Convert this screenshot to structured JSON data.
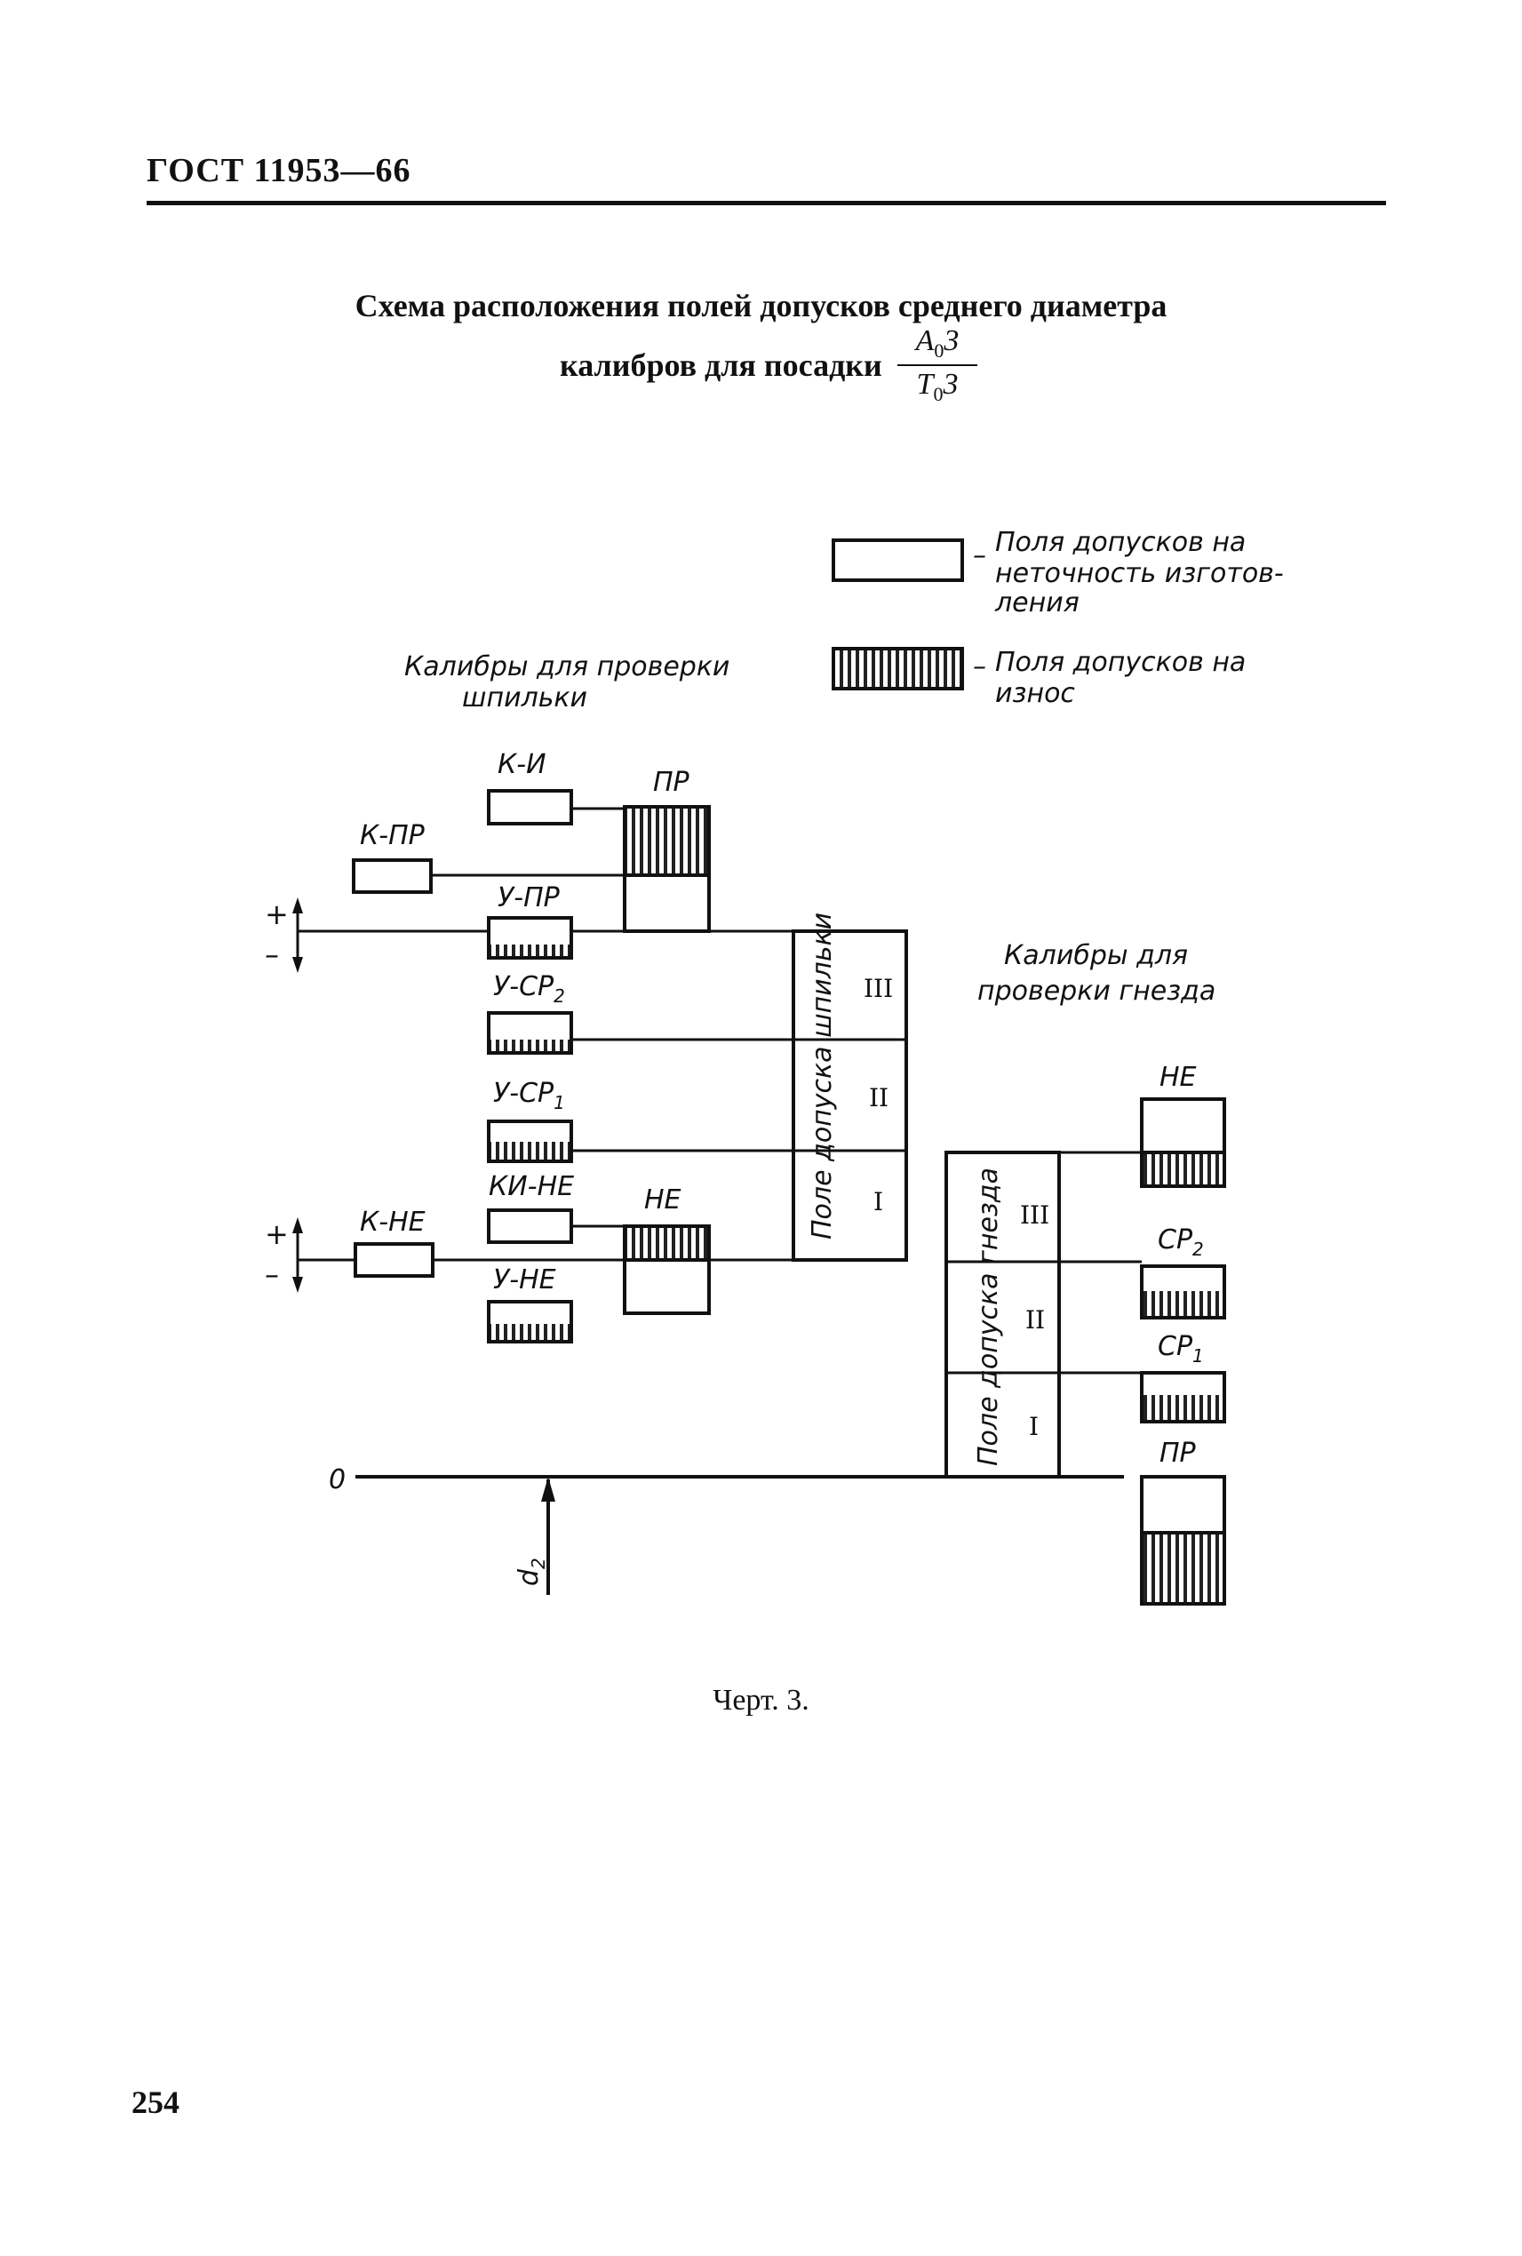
{
  "header": "ГОСТ 11953—66",
  "title": {
    "line1": "Схема расположения полей допусков среднего диаметра",
    "line2": "калибров для посадки",
    "fraction_numerator": "A",
    "fraction_numerator_sub": "0",
    "fraction_numerator_tail": "3",
    "fraction_denominator": "T",
    "fraction_denominator_sub": "0",
    "fraction_denominator_tail": "3"
  },
  "legend": {
    "manufacture_line1": "Поля допусков на",
    "manufacture_line2": "неточность изготов-",
    "manufacture_line3": "ления",
    "wear_line1": "Поля допусков на",
    "wear_line2": "износ",
    "dash": "–"
  },
  "groups": {
    "pin_line1": "Калибры для проверки",
    "pin_line2": "шпильки",
    "hole_line1": "Калибры для",
    "hole_line2": "проверки гнезда"
  },
  "gauges": {
    "k_i": "К-И",
    "k_pr": "К-ПР",
    "u_pr": "У-ПР",
    "u_sr2": "У-СР",
    "u_sr2_sub": "2",
    "u_sr1": "У-СР",
    "u_sr1_sub": "1",
    "ki_ne": "КИ-НЕ",
    "k_ne": "К-НЕ",
    "u_ne": "У-НЕ",
    "pin_pr": "ПР",
    "pin_ne": "НЕ",
    "hole_ne": "НЕ",
    "hole_sr2": "СР",
    "hole_sr2_sub": "2",
    "hole_sr1": "СР",
    "hole_sr1_sub": "1",
    "hole_pr": "ПР"
  },
  "fields": {
    "pin_label": "Поле допуска шпильки",
    "hole_label": "Поле допуска гнезда",
    "roman3": "III",
    "roman2": "II",
    "roman1": "I"
  },
  "axis": {
    "zero": "0",
    "plus": "+",
    "minus": "–",
    "d": "d",
    "d_sub": "2"
  },
  "caption": "Черт. 3.",
  "page_number": "254"
}
